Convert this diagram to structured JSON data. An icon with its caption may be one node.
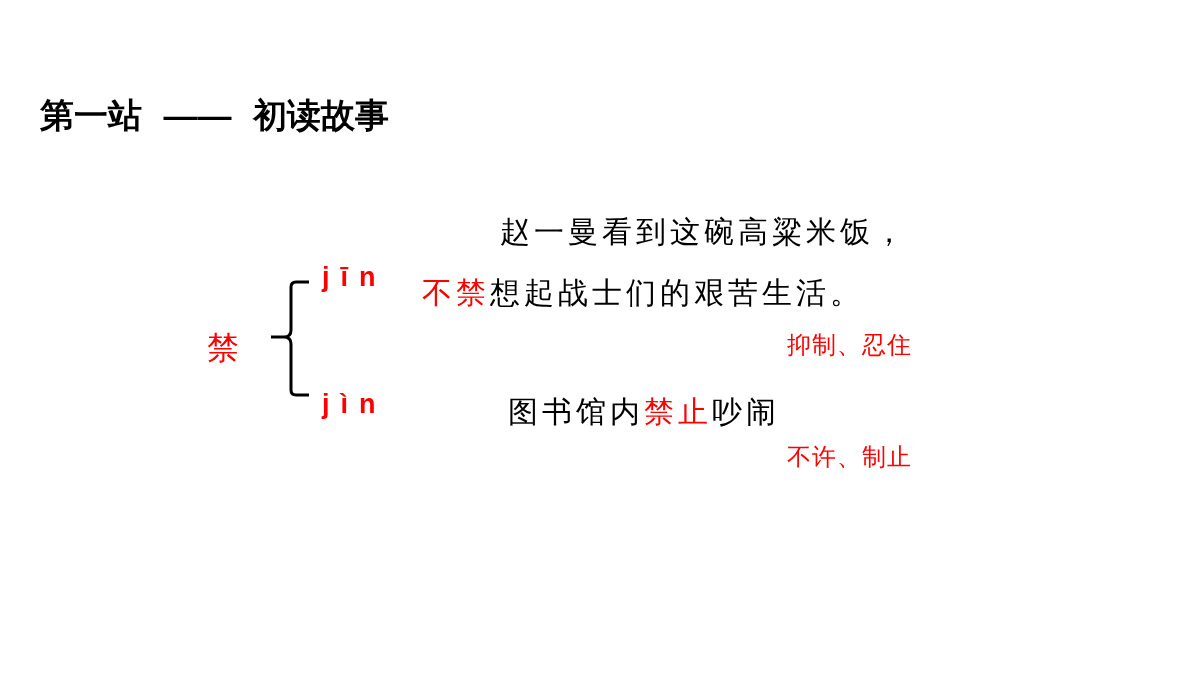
{
  "diagram": {
    "title": "第一站 —— 初读故事",
    "labels": [
      "赵一曼看到这碗高粱米饭，",
      "jīn",
      "不禁",
      "想起战士们的艰苦生活。",
      "禁",
      "抑制、忍住",
      "jìn",
      "图书馆内",
      "禁止",
      "吵闹",
      "不许、制止"
    ]
  }
}
